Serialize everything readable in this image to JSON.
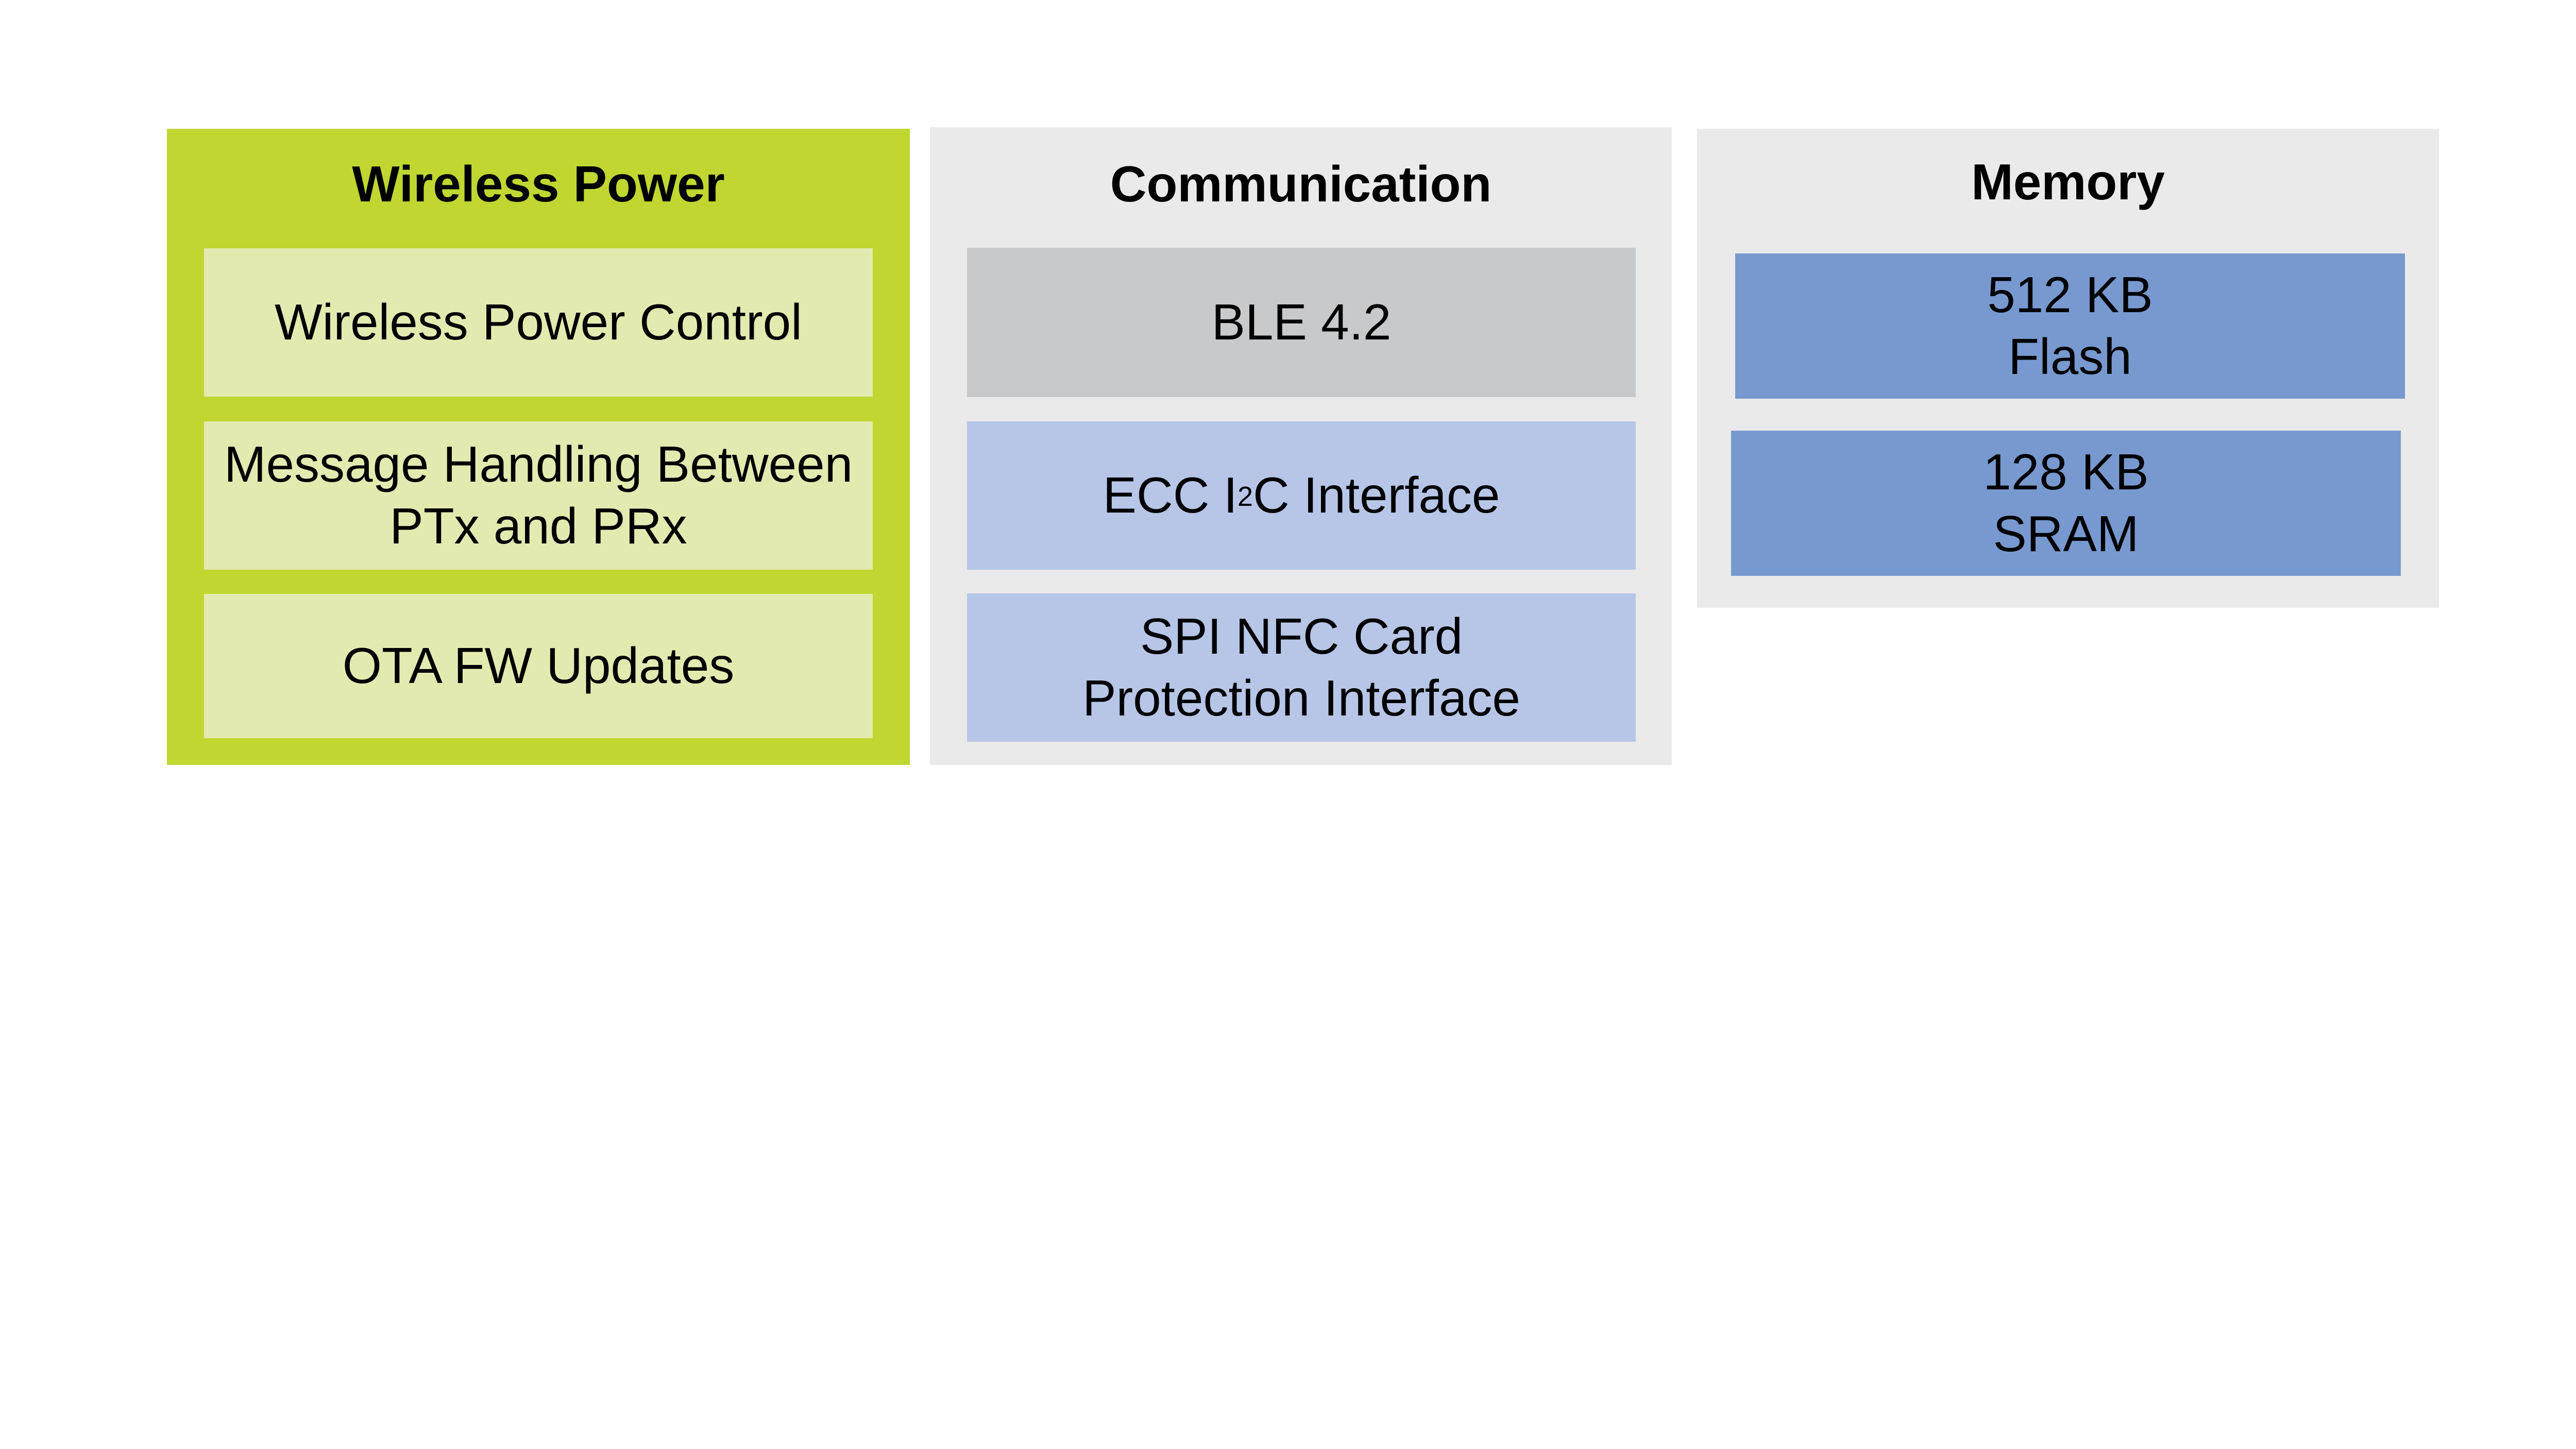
{
  "colors": {
    "wireless_panel": "#bfd730",
    "wireless_block": "#e3eab0",
    "neutral_panel": "#eaeaea",
    "ble_block": "#c8c9cb",
    "comm_block": "#b7c6e7",
    "memory_block": "#7899d0"
  },
  "wireless_power": {
    "title": "Wireless Power",
    "control": "Wireless Power Control",
    "message_line1": "Message Handling Between",
    "message_line2": "PTx and PRx",
    "ota": "OTA FW Updates"
  },
  "communication": {
    "title": "Communication",
    "ble": "BLE 4.2",
    "ecc_prefix": "ECC I",
    "ecc_sup": "2",
    "ecc_suffix": "C Interface",
    "spi_line1": "SPI NFC Card",
    "spi_line2": "Protection Interface"
  },
  "memory": {
    "title": "Memory",
    "flash_line1": "512 KB",
    "flash_line2": "Flash",
    "sram_line1": "128 KB",
    "sram_line2": "SRAM"
  }
}
